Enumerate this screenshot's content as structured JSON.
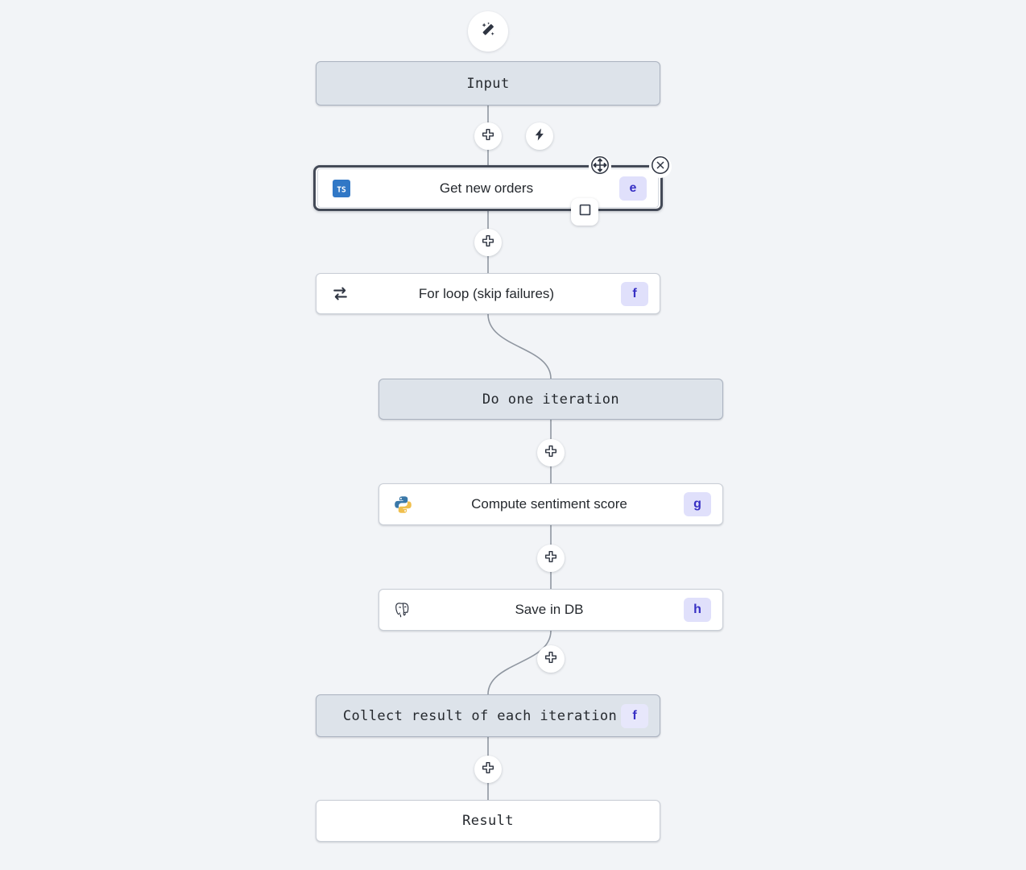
{
  "canvas": {
    "background": "#f2f4f7",
    "accent_badge_bg": "#e0e0fb",
    "accent_badge_fg": "#3730c4",
    "node_grey_bg": "#dde3ea",
    "node_white_bg": "#ffffff",
    "edge_color": "#8f96a0",
    "selected_border": "#444a57"
  },
  "toolbar": {
    "magic_icon": "magic-wand-icon",
    "lightning_icon": "lightning-bolt-icon"
  },
  "nodes": [
    {
      "id": "input",
      "label": "Input",
      "style": "mono",
      "fill": "grey",
      "icon": "none",
      "badge": ""
    },
    {
      "id": "get_new_orders",
      "label": "Get new orders",
      "style": "sans",
      "fill": "white",
      "icon": "typescript-icon",
      "badge": "e"
    },
    {
      "id": "for_loop",
      "label": "For loop (skip failures)",
      "style": "sans",
      "fill": "white",
      "icon": "loop-icon",
      "badge": "f"
    },
    {
      "id": "do_one_iteration",
      "label": "Do one iteration",
      "style": "mono",
      "fill": "grey",
      "icon": "none",
      "badge": ""
    },
    {
      "id": "compute_sentiment",
      "label": "Compute sentiment score",
      "style": "sans",
      "fill": "white",
      "icon": "python-icon",
      "badge": "g"
    },
    {
      "id": "save_in_db",
      "label": "Save in DB",
      "style": "sans",
      "fill": "white",
      "icon": "postgresql-icon",
      "badge": "h"
    },
    {
      "id": "collect_result",
      "label": "Collect result of each iteration",
      "style": "mono",
      "fill": "grey",
      "icon": "none",
      "badge": "f"
    },
    {
      "id": "result",
      "label": "Result",
      "style": "mono",
      "fill": "white",
      "icon": "none",
      "badge": ""
    }
  ],
  "add_buttons": [
    {
      "id": "add-after-input",
      "icon": "plus-icon"
    },
    {
      "id": "add-after-get-new-orders",
      "icon": "plus-icon"
    },
    {
      "id": "add-after-do-one-iteration",
      "icon": "plus-icon"
    },
    {
      "id": "add-after-compute-sentiment",
      "icon": "plus-icon"
    },
    {
      "id": "add-after-save-in-db",
      "icon": "plus-icon"
    },
    {
      "id": "add-after-collect-result",
      "icon": "plus-icon"
    }
  ],
  "selected_node_controls": {
    "move_handle_icon": "move-arrows-icon",
    "close_icon": "close-circle-icon",
    "branch_icon": "square-outline-icon"
  }
}
